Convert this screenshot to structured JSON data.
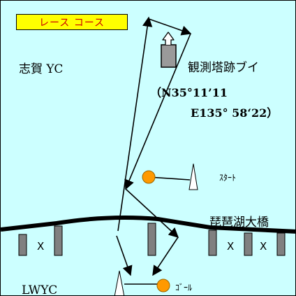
{
  "title": "レース コース",
  "labels": {
    "shiga_yc": "志賀 YC",
    "tower_buoy": "観測塔跡ブイ",
    "coord_n": "（N35°11’11",
    "coord_e": "E135° 58‘22）",
    "start": "ｽﾀｰﾄ",
    "bridge": "琵琶湖大橋",
    "goal": "ｺﾞｰﾙ",
    "lwyc": "LWYC",
    "pier_x": "X"
  },
  "colors": {
    "water": "#ccffff",
    "title_bg": "#ffff00",
    "title_text": "#cc0000",
    "buoy": "#ff9900",
    "pier": "#808080",
    "line": "#000000"
  },
  "icons": {
    "tower": "observation-tower-icon",
    "start_buoy": "orange-buoy-icon",
    "goal_buoy": "orange-buoy-icon",
    "start_flag": "triangle-flag-icon",
    "goal_flag": "triangle-flag-icon"
  }
}
